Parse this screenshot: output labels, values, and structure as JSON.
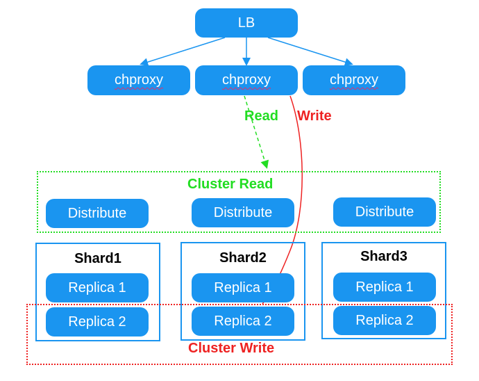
{
  "colors": {
    "node": "#1a95f0",
    "read": "#22dd22",
    "write": "#ee2222"
  },
  "lb": {
    "label": "LB"
  },
  "proxies": [
    {
      "label": "chproxy"
    },
    {
      "label": "chproxy"
    },
    {
      "label": "chproxy"
    }
  ],
  "flows": {
    "read_label": "Read",
    "write_label": "Write"
  },
  "cluster_read": {
    "label": "Cluster Read",
    "distributes": [
      {
        "label": "Distribute"
      },
      {
        "label": "Distribute"
      },
      {
        "label": "Distribute"
      }
    ]
  },
  "shards": [
    {
      "title": "Shard1",
      "replicas": [
        "Replica 1",
        "Replica 2"
      ]
    },
    {
      "title": "Shard2",
      "replicas": [
        "Replica 1",
        "Replica 2"
      ]
    },
    {
      "title": "Shard3",
      "replicas": [
        "Replica 1",
        "Replica 2"
      ]
    }
  ],
  "cluster_write": {
    "label": "Cluster Write"
  }
}
